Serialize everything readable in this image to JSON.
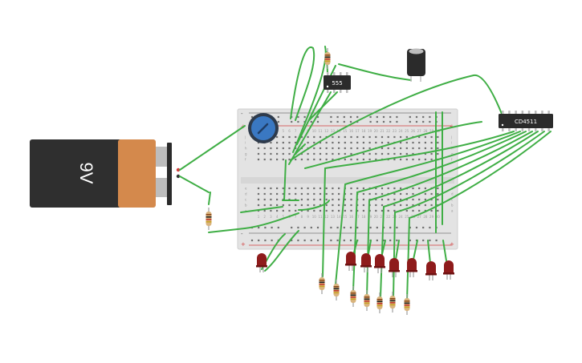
{
  "battery": {
    "label": "9V",
    "body_color": "#2f2f2f",
    "cap_color": "#d4894c"
  },
  "timer_chip": {
    "label": "555",
    "color": "#2b2b2b"
  },
  "decoder_chip": {
    "label": "CD4511",
    "color": "#2b2b2b"
  },
  "breadboard": {
    "color": "#e3e3e3",
    "column_numbers": [
      "1",
      "2",
      "3",
      "4",
      "5",
      "6",
      "7",
      "8",
      "9",
      "10",
      "11",
      "12",
      "13",
      "14",
      "15",
      "16",
      "17",
      "18",
      "19",
      "20",
      "21",
      "22",
      "23",
      "24",
      "25",
      "26",
      "27",
      "28",
      "29",
      "30"
    ],
    "row_letters_top": [
      "j",
      "i",
      "h",
      "g",
      "f"
    ],
    "row_letters_bottom": [
      "e",
      "d",
      "c",
      "b",
      "a"
    ],
    "rail_plus": "+",
    "rail_minus": "-"
  },
  "colors": {
    "wire": "#3fae45",
    "led": "#8e1b1b",
    "resistor": "#d9b47e",
    "potentiometer": "#3a78c2",
    "capacitor": "#2b2b2b",
    "rail_red": "#d23b3b",
    "rail_gray": "#777777"
  }
}
